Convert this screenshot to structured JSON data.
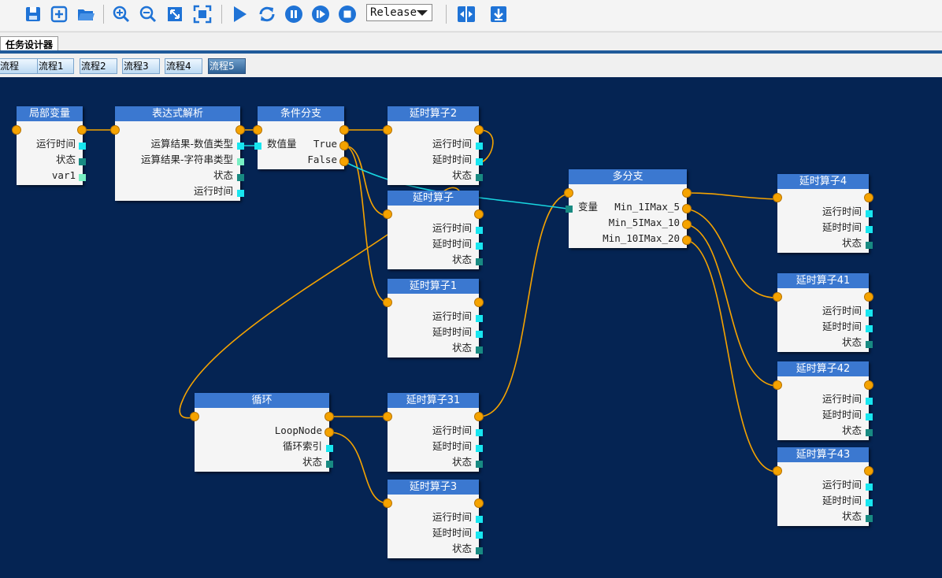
{
  "toolbar": {
    "icons": [
      "save-icon",
      "add-icon",
      "open-folder-icon",
      "zoom-in-icon",
      "zoom-out-icon",
      "fit-icon",
      "fullscreen-icon",
      "play-icon",
      "refresh-icon",
      "pause-icon",
      "step-icon",
      "stop-icon",
      "split-icon",
      "download-icon"
    ],
    "mode": "Release"
  },
  "doc_tab": "任务设计器",
  "flow_tabs": [
    "流程",
    "流程1",
    "流程2",
    "流程3",
    "流程4",
    "流程5"
  ],
  "active_flow_tab": 5,
  "colors": {
    "canvas": "#052453",
    "header": "#3b78d0",
    "wire": "#f5a300",
    "data_wire": "#18d6e0"
  },
  "nodes": {
    "local_var": {
      "title": "局部变量",
      "ports": [
        "运行时间",
        "状态",
        "var1"
      ]
    },
    "expr": {
      "title": "表达式解析",
      "ports": [
        "运算结果-数值类型",
        "运算结果-字符串类型",
        "状态",
        "运行时间"
      ]
    },
    "cond": {
      "title": "条件分支",
      "input": "数值量",
      "ports": [
        "True",
        "False"
      ]
    },
    "delay2": {
      "title": "延时算子2",
      "ports": [
        "运行时间",
        "延时时间",
        "状态"
      ]
    },
    "delay": {
      "title": "延时算子",
      "ports": [
        "运行时间",
        "延时时间",
        "状态"
      ]
    },
    "delay1": {
      "title": "延时算子1",
      "ports": [
        "运行时间",
        "延时时间",
        "状态"
      ]
    },
    "multi": {
      "title": "多分支",
      "input": "变量",
      "ports": [
        "Min_1IMax_5",
        "Min_5IMax_10",
        "Min_10IMax_20"
      ]
    },
    "delay4": {
      "title": "延时算子4",
      "ports": [
        "运行时间",
        "延时时间",
        "状态"
      ]
    },
    "delay41": {
      "title": "延时算子41",
      "ports": [
        "运行时间",
        "延时时间",
        "状态"
      ]
    },
    "delay42": {
      "title": "延时算子42",
      "ports": [
        "运行时间",
        "延时时间",
        "状态"
      ]
    },
    "delay43": {
      "title": "延时算子43",
      "ports": [
        "运行时间",
        "延时时间",
        "状态"
      ]
    },
    "loop": {
      "title": "循环",
      "ports": [
        "LoopNode",
        "循环索引",
        "状态"
      ]
    },
    "delay31": {
      "title": "延时算子31",
      "ports": [
        "运行时间",
        "延时时间",
        "状态"
      ]
    },
    "delay3": {
      "title": "延时算子3",
      "ports": [
        "运行时间",
        "延时时间",
        "状态"
      ]
    }
  }
}
